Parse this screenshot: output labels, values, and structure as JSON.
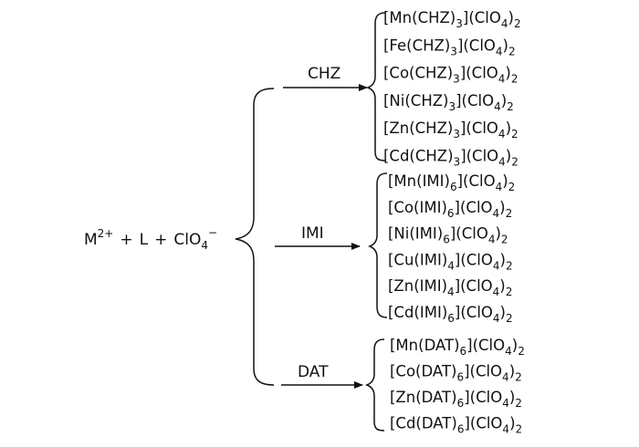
{
  "reactants": {
    "metal": "M",
    "metal_charge": "2+",
    "plus_1": "+",
    "ligand": "L",
    "plus_2": "+",
    "anion": "ClO",
    "anion_sub": "4",
    "anion_charge": "−"
  },
  "branches": [
    {
      "ligand": "CHZ",
      "products": [
        [
          "[Mn(CHZ)",
          "3",
          "](ClO",
          "4",
          ")",
          "2"
        ],
        [
          "[Fe(CHZ)",
          "3",
          "](ClO",
          "4",
          ")",
          "2"
        ],
        [
          "[Co(CHZ)",
          "3",
          "](ClO",
          "4",
          ")",
          "2"
        ],
        [
          "[Ni(CHZ)",
          "3",
          "](ClO",
          "4",
          ")",
          "2"
        ],
        [
          "[Zn(CHZ)",
          "3",
          "](ClO",
          "4",
          ")",
          "2"
        ],
        [
          "[Cd(CHZ)",
          "3",
          "](ClO",
          "4",
          ")",
          "2"
        ]
      ]
    },
    {
      "ligand": "IMI",
      "products": [
        [
          "[Mn(IMI)",
          "6",
          "](ClO",
          "4",
          ")",
          "2"
        ],
        [
          "[Co(IMI)",
          "6",
          "](ClO",
          "4",
          ")",
          "2"
        ],
        [
          "[Ni(IMI)",
          "6",
          "](ClO",
          "4",
          ")",
          "2"
        ],
        [
          "[Cu(IMI)",
          "4",
          "](ClO",
          "4",
          ")",
          "2"
        ],
        [
          "[Zn(IMI)",
          "4",
          "](ClO",
          "4",
          ")",
          "2"
        ],
        [
          "[Cd(IMI)",
          "6",
          "](ClO",
          "4",
          ")",
          "2"
        ]
      ]
    },
    {
      "ligand": "DAT",
      "products": [
        [
          "[Mn(DAT)",
          "6",
          "](ClO",
          "4",
          ")",
          "2"
        ],
        [
          "[Co(DAT)",
          "6",
          "](ClO",
          "4",
          ")",
          "2"
        ],
        [
          "[Zn(DAT)",
          "6",
          "](ClO",
          "4",
          ")",
          "2"
        ],
        [
          "[Cd(DAT)",
          "6",
          "](ClO",
          "4",
          ")",
          "2"
        ]
      ]
    }
  ]
}
